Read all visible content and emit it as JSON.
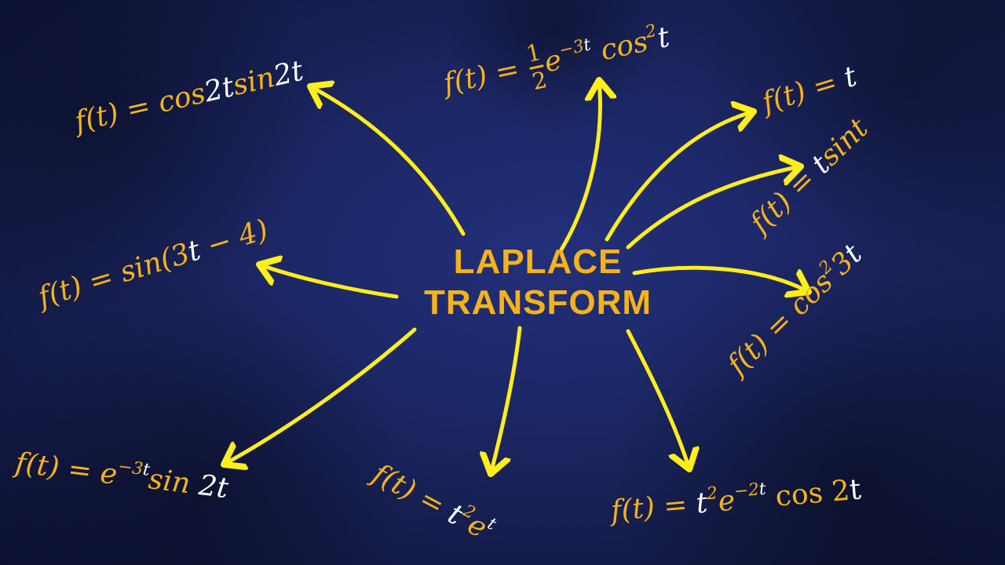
{
  "title": {
    "line1": "LAPLACE",
    "line2": "TRANSFORM"
  },
  "colors": {
    "background": "#1c2766",
    "formula": "#f5b318",
    "highlight": "#ffffff",
    "arrow": "#ffee1a"
  },
  "formulas": [
    {
      "id": "cos2tsin2t",
      "lhs": "f(t) = ",
      "parts": [
        "cos",
        "2t",
        "sin",
        "2t"
      ]
    },
    {
      "id": "half-e-3t-cos2t",
      "lhs": "f(t) = ",
      "frac_num": "1",
      "frac_den": "2",
      "parts": [
        "e",
        "−3",
        "t",
        "cos",
        "2",
        "t"
      ]
    },
    {
      "id": "t",
      "lhs": "f(t) = ",
      "parts": [
        "t"
      ]
    },
    {
      "id": "tsint",
      "lhs": "f(t) = ",
      "parts": [
        "t",
        "sint"
      ]
    },
    {
      "id": "cos2-3t",
      "lhs": "f(t) = ",
      "parts": [
        "cos",
        "2",
        "3",
        "t"
      ]
    },
    {
      "id": "sin3t-4",
      "lhs": "f(t) = ",
      "parts": [
        "sin(3",
        "t",
        " − 4)"
      ]
    },
    {
      "id": "e-3t-sin2t",
      "lhs": "f(t) = ",
      "parts": [
        "e",
        "−3",
        "t",
        "sin",
        " 2t"
      ]
    },
    {
      "id": "t2et",
      "lhs": "f(t) = ",
      "parts": [
        "t",
        "2",
        "e",
        "t"
      ]
    },
    {
      "id": "t2e-2tcos2t",
      "lhs": "f(t) = ",
      "parts": [
        "t",
        "2",
        "e",
        "−2",
        "t",
        "cos 2",
        "t"
      ]
    }
  ]
}
